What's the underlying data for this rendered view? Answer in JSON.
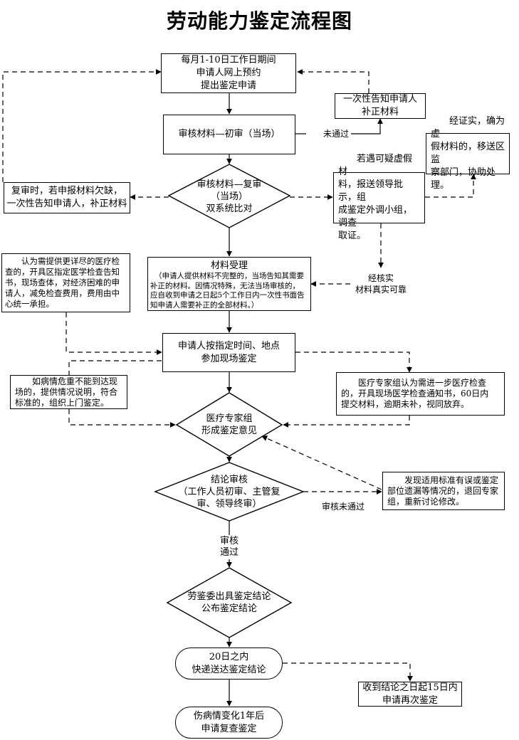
{
  "title": "劳动能力鉴定流程图",
  "nodes": {
    "apply": [
      "每月1-10日工作日期间",
      "申请人网上预约",
      "提出鉴定申请"
    ],
    "inform_supplement": [
      "一次性告知申请人",
      "补正材料"
    ],
    "first_review": "审核材料—初审（当场）",
    "not_passed": "未通过",
    "fake_verified": [
      "经证实，确为虚",
      "假材料的，移送区监",
      "察部门，协助处理。"
    ],
    "second_review": [
      "审核材料—复审",
      "（当场）",
      "双系统比对"
    ],
    "recheck_missing": [
      "复审时，若申报材料欠缺，",
      "一次性告知申请人，补正材料"
    ],
    "suspect_fake": [
      "若遇可疑虚假材",
      "料，报送领导批示，组",
      "成鉴定外调小组，调查",
      "取证。"
    ],
    "verified_real": [
      "经核实",
      "材料真实可靠"
    ],
    "accept_title": "材料受理",
    "accept_note": [
      "（申请人提供材料不完整的，当场告知其需要",
      "补正的材料。因情况特殊，无法当场审核的，",
      "应自收到申请之日起5个工作日内一次性书面告",
      "知申请人需要补正的全部材料。）"
    ],
    "detail_exam": [
      "认为需提供更详尽的医疗检",
      "查的，开具区指定医学检查告知",
      "书，现场查体，对经济困难的申",
      "请人，减免检查费用，费用由中",
      "心统一承担。"
    ],
    "onsite": [
      "申请人按指定时间、地点",
      "参加现场鉴定"
    ],
    "home_visit": [
      "如病情危重不能到达现",
      "场的，提供情况说明，符合",
      "标准的，组织上门鉴定。"
    ],
    "further_exam": [
      "医疗专家组认为需进一步医疗检查",
      "的，开具现场医学检查通知书，60日内",
      "提交材料，逾期未补，视同放弃。"
    ],
    "expert_opinion": [
      "医疗专家组",
      "形成鉴定意见"
    ],
    "conclusion_review": [
      "结论审核",
      "（工作人员初审、主管复",
      "审、领导终审）"
    ],
    "review_failed": "审核未通过",
    "error_found": [
      "发现适用标准有误或鉴定",
      "部位遗漏等情况的，退回专家",
      "组，重新讨论修改。"
    ],
    "review_passed": [
      "审核",
      "通过"
    ],
    "issue_conclusion": [
      "劳鉴委出具鉴定结论",
      "公布鉴定结论"
    ],
    "deliver": [
      "20日之内",
      "快递送达鉴定结论"
    ],
    "reapply": [
      "收到结论之日起15日内",
      "申请再次鉴定"
    ],
    "review_again": [
      "伤病情变化1年后",
      "申请复查鉴定"
    ]
  }
}
